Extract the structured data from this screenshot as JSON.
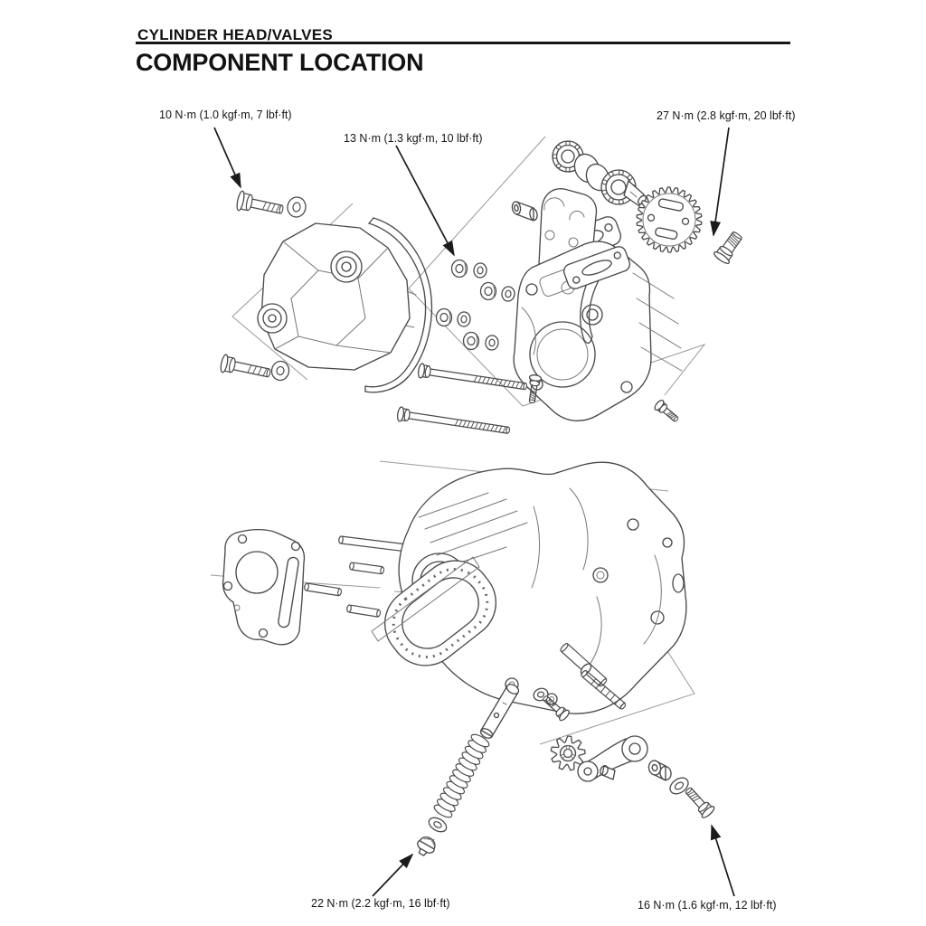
{
  "document": {
    "section_title": "CYLINDER HEAD/VALVES",
    "page_title": "COMPONENT LOCATION"
  },
  "torque_labels": {
    "cover_bolt": "10 N·m (1.0 kgf·m, 7 lbf·ft)",
    "head_nut": "13 N·m (1.3 kgf·m, 10 lbf·ft)",
    "cam_sprocket_bolt": "27 N·m (2.8 kgf·m, 20 lbf·ft)",
    "tensioner_sealing_plug": "22 N·m (2.2 kgf·m, 16 lbf·ft)",
    "tensioner_pivot_bolt": "16 N·m (1.6 kgf·m, 12 lbf·ft)"
  },
  "diagram": {
    "type": "exploded-parts-illustration",
    "colors": {
      "background": "#ffffff",
      "line_art": "#4a4a4a",
      "text": "#151515"
    }
  }
}
